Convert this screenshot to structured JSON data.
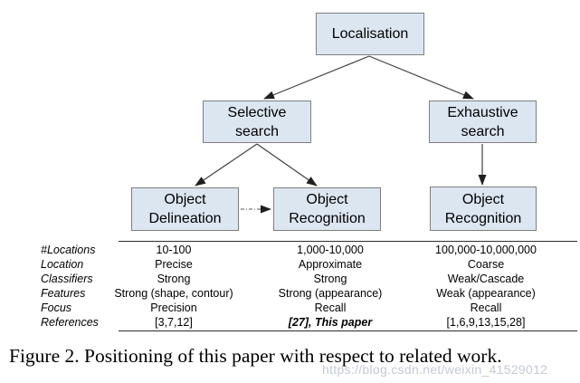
{
  "figure": {
    "caption": "Figure 2. Positioning of this paper with respect to related work.",
    "watermark": "https://blog.csdn.net/weixin_41529012"
  },
  "diagram": {
    "nodes": {
      "localisation": "Localisation",
      "selective_search": "Selective\nsearch",
      "exhaustive_search": "Exhaustive\nsearch",
      "object_delineation": "Object\nDelineation",
      "object_recognition_mid": "Object\nRecognition",
      "object_recognition_right": "Object\nRecognition"
    },
    "colors": {
      "node_fill": "#dce6f1",
      "node_border": "#7f7f7f",
      "arrow": "#404040"
    }
  },
  "table": {
    "rows": [
      {
        "label": "#Locations",
        "cols": [
          "10-100",
          "1,000-10,000",
          "100,000-10,000,000"
        ]
      },
      {
        "label": "Location",
        "cols": [
          "Precise",
          "Approximate",
          "Coarse"
        ]
      },
      {
        "label": "Classifiers",
        "cols": [
          "Strong",
          "Strong",
          "Weak/Cascade"
        ]
      },
      {
        "label": "Features",
        "cols": [
          "Strong (shape, contour)",
          "Strong (appearance)",
          "Weak (appearance)"
        ]
      },
      {
        "label": "Focus",
        "cols": [
          "Precision",
          "Recall",
          "Recall"
        ]
      },
      {
        "label": "References",
        "cols": [
          "[3,7,12]",
          "[27], This paper",
          "[1,6,9,13,15,28]"
        ]
      }
    ]
  }
}
